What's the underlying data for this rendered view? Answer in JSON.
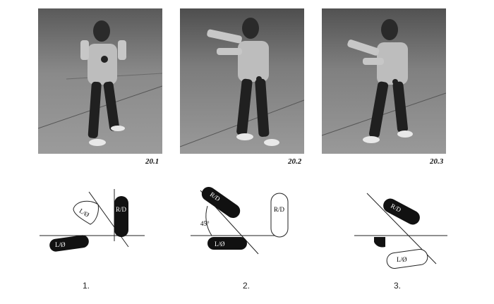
{
  "photos": [
    {
      "caption": "20.1"
    },
    {
      "caption": "20.2"
    },
    {
      "caption": "20.3"
    }
  ],
  "diagrams": [
    {
      "number": "1.",
      "left_foot": "L/Ø",
      "right_foot": "R/D",
      "extra_foot": "L/Ø"
    },
    {
      "number": "2.",
      "angle_label": "45°",
      "right_foot": "R/D",
      "left_foot": "L/Ø",
      "outline_foot": "R/D"
    },
    {
      "number": "3.",
      "right_foot": "R/D",
      "left_foot": "L/Ø"
    }
  ]
}
